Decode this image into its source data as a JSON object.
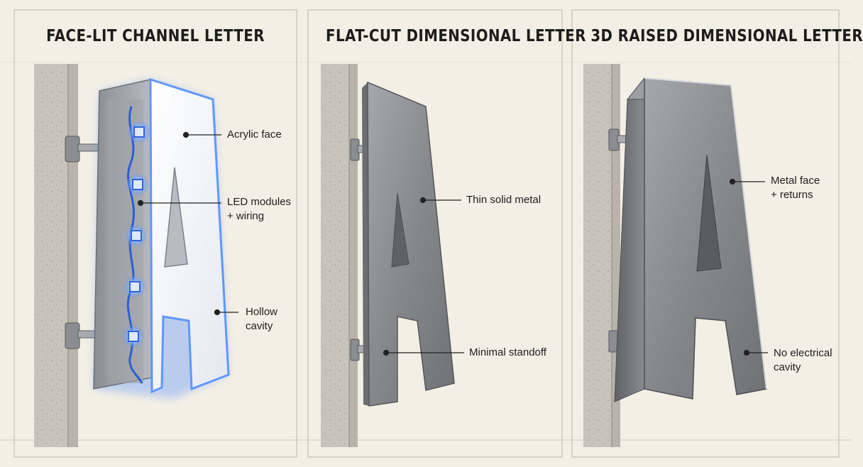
{
  "panels": [
    {
      "title": "FACE-LIT CHANNEL LETTER",
      "callouts": [
        {
          "lines": [
            "Acrylic face"
          ]
        },
        {
          "lines": [
            "LED modules",
            "+ wiring"
          ]
        },
        {
          "lines": [
            "Hollow",
            "cavity"
          ]
        }
      ]
    },
    {
      "title": "FLAT-CUT DIMENSIONAL LETTER",
      "callouts": [
        {
          "lines": [
            "Thin solid metal"
          ]
        },
        {
          "lines": [
            "Minimal standoff"
          ]
        }
      ]
    },
    {
      "title": "3D RAISED DIMENSIONAL LETTER",
      "callouts": [
        {
          "lines": [
            "Metal face",
            "+ returns"
          ]
        },
        {
          "lines": [
            "No electrical",
            "cavity"
          ]
        }
      ]
    }
  ],
  "colors": {
    "background": "#f4efe4",
    "frame": "#c9bfae",
    "wall": "#c7c2ba",
    "metal": "#8e9094",
    "acrylic": "#f3f5f8",
    "led_glow": "#4f8dff"
  }
}
